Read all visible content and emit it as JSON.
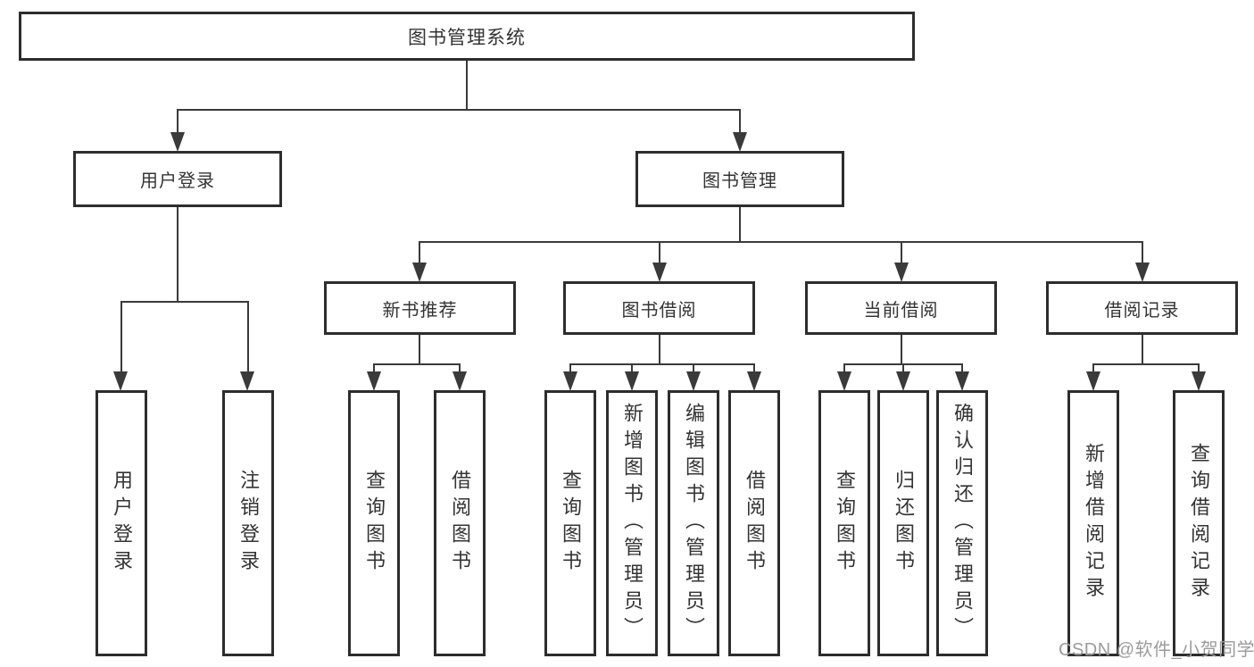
{
  "tree": {
    "root": "图书管理系统",
    "branches": {
      "user_login": {
        "label": "用户登录",
        "children": [
          "用户登录",
          "注销登录"
        ]
      },
      "book_mgmt": {
        "label": "图书管理",
        "children": {
          "new_books": {
            "label": "新书推荐",
            "children": [
              "查询图书",
              "借阅图书"
            ]
          },
          "borrowing": {
            "label": "图书借阅",
            "children": [
              "查询图书",
              "新增图书（管理员）",
              "编辑图书（管理员）",
              "借阅图书"
            ]
          },
          "current": {
            "label": "当前借阅",
            "children": [
              "查询图书",
              "归还图书",
              "确认归还（管理员）"
            ]
          },
          "records": {
            "label": "借阅记录",
            "children": [
              "新增借阅记录",
              "查询借阅记录"
            ]
          }
        }
      }
    }
  },
  "watermark": "CSDN @软件_小贺同学",
  "colors": {
    "line": "#3a3a3a",
    "border": "#2d2d2d",
    "text": "#333333",
    "watermark": "#9b9b9b",
    "background": "#ffffff"
  }
}
